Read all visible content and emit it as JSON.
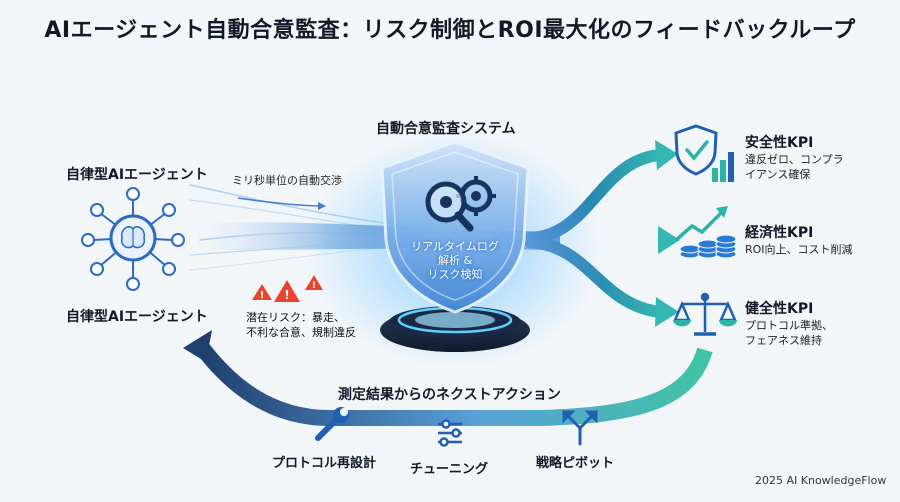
{
  "title": "AIエージェント自動合意監査：リスク制御とROI最大化のフィードバックループ",
  "left": {
    "agent_top_label": "自律型AIエージェント",
    "agent_bottom_label": "自律型AIエージェント",
    "negotiation_label": "ミリ秒単位の自動交渉",
    "risk_lines": [
      "潜在リスク：暴走、",
      "不利な合意、規制違反"
    ]
  },
  "center": {
    "system_label": "自動合意監査システム",
    "shield_lines": [
      "リアルタイムログ",
      "解析 &",
      "リスク検知"
    ]
  },
  "kpis": [
    {
      "title": "安全性KPI",
      "desc": [
        "違反ゼロ、コンプラ",
        "イアンス確保"
      ],
      "icon": "shield-check-chart-icon"
    },
    {
      "title": "経済性KPI",
      "desc": [
        "ROI向上、コスト削減"
      ],
      "icon": "coins-growth-icon"
    },
    {
      "title": "健全性KPI",
      "desc": [
        "プロトコル準拠、",
        "フェアネス維持"
      ],
      "icon": "balance-scale-icon"
    }
  ],
  "loop": {
    "label": "測定結果からのネクストアクション",
    "actions": [
      {
        "label": "プロトコル再設計",
        "icon": "wrench-icon"
      },
      {
        "label": "チューニング",
        "icon": "sliders-icon"
      },
      {
        "label": "戦略ピボット",
        "icon": "split-arrows-icon"
      }
    ]
  },
  "footer": "2025 AI KnowledgeFlow",
  "colors": {
    "accent_blue": "#2a7bd8",
    "teal": "#2bb3a8",
    "dark_navy": "#1f3f6e",
    "warning": "#e8452f"
  }
}
